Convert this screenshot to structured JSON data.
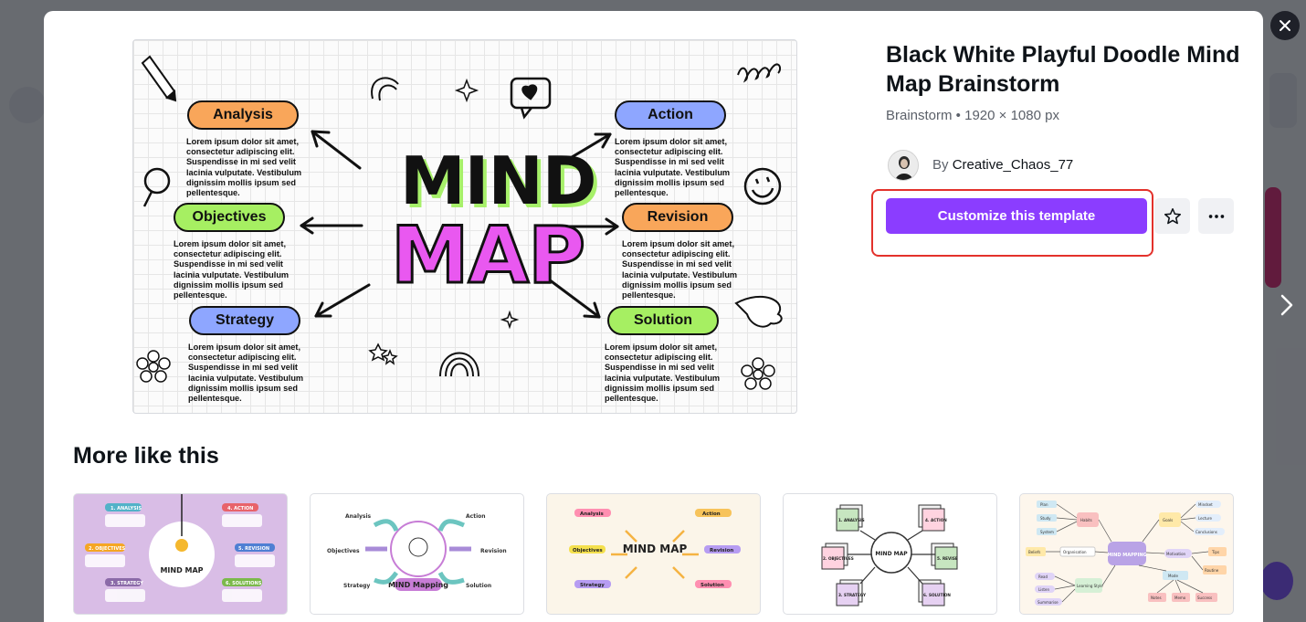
{
  "modal": {
    "close_label": "✕",
    "next_label": "›"
  },
  "preview": {
    "title_line1": "MIND",
    "title_line2": "MAP",
    "nodes": [
      {
        "label": "Analysis",
        "color": "#f9a65a"
      },
      {
        "label": "Objectives",
        "color": "#a6ef62"
      },
      {
        "label": "Strategy",
        "color": "#8ea6ff"
      },
      {
        "label": "Action",
        "color": "#8ea6ff"
      },
      {
        "label": "Revision",
        "color": "#f9a65a"
      },
      {
        "label": "Solution",
        "color": "#a6ef62"
      }
    ],
    "lorem": "Lorem ipsum dolor sit amet, consectetur adipiscing elit. Suspendisse in mi sed velit lacinia vulputate. Vestibulum dignissim mollis ipsum sed pellentesque."
  },
  "info": {
    "title": "Black White Playful Doodle Mind Map Brainstorm",
    "subtitle": "Brainstorm • 1920 × 1080 px",
    "by_label": "By",
    "author": "Creative_Chaos_77",
    "cta_label": "Customize this template",
    "favorite_icon": "star-icon",
    "more_icon": "more-horizontal-icon"
  },
  "more_like_this": {
    "heading": "More like this",
    "thumbnails": [
      {
        "name": "purple-mind-map",
        "bg": "#d9bde6",
        "center_text": "MIND MAP",
        "labels": [
          "1. ANALYSIS",
          "2. OBJECTIVES",
          "3. STRATEGY",
          "4. ACTION",
          "5. REVISION",
          "6. SOLUTIONS"
        ]
      },
      {
        "name": "mind-mapping-bulb",
        "bg": "#ffffff",
        "center_text": "MIND Mapping",
        "labels": [
          "Analysis",
          "Objectives",
          "Strategy",
          "Action",
          "Revision",
          "Solution"
        ]
      },
      {
        "name": "pastel-mind-map",
        "bg": "#fbf5e9",
        "center_text": "MIND MAP",
        "labels": [
          "Analysis",
          "Objectives",
          "Strategy",
          "Action",
          "Revision",
          "Solution"
        ]
      },
      {
        "name": "sticky-notes-mind-map",
        "bg": "#ffffff",
        "center_text": "MIND MAP",
        "labels": [
          "1. ANALYSIS",
          "2. OBJECTIVES",
          "3. STRATEGY",
          "4. ACTION",
          "5. REVISE",
          "6. SOLUTION"
        ]
      },
      {
        "name": "mind-mapping-colorful",
        "bg": "#fdf6ec",
        "center_text": "MIND MAPPING",
        "labels": [
          "Plan",
          "Study",
          "System",
          "Habits",
          "Beliefs",
          "Organisation",
          "Read",
          "Listen",
          "Summarise",
          "Learning Style",
          "Goals",
          "Mindset",
          "Lecture",
          "Conclusions",
          "Motivation",
          "Tips",
          "Routine",
          "Mode",
          "Notes",
          "Memo",
          "Success"
        ]
      }
    ]
  }
}
